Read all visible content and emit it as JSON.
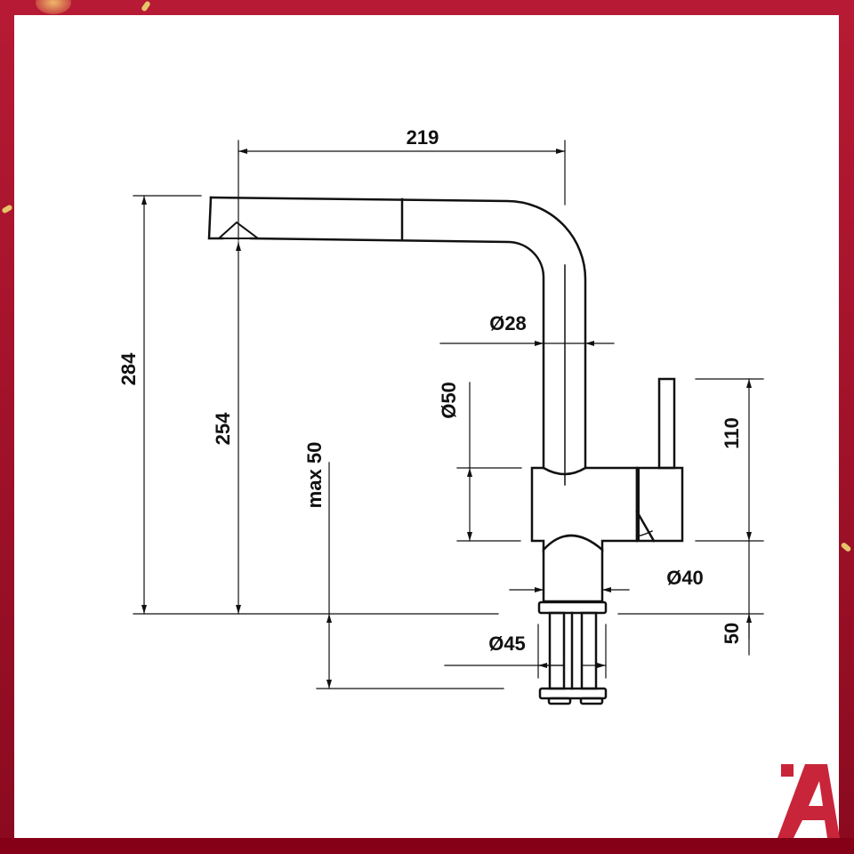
{
  "diagram": {
    "subject": "Pull-out kitchen faucet technical drawing",
    "units": "mm",
    "dimensions": {
      "spout_reach": "219",
      "total_height": "284",
      "outlet_height": "254",
      "countertop_max": "max 50",
      "spout_diameter": "Ø28",
      "body_height_dia": "Ø50",
      "lever_height": "110",
      "base_diameter": "Ø40",
      "mount_diameter": "Ø45",
      "below_counter": "50"
    }
  },
  "colors": {
    "frame": "#b71a34",
    "frame_bottom": "#850016",
    "line": "#111111",
    "logo": "#c8253a",
    "confetti": "#e6c46a"
  },
  "branding": {
    "logo_icon": "brand-a-logo"
  }
}
